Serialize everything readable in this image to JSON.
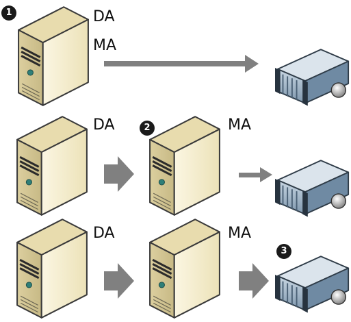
{
  "rows": [
    {
      "labels": [
        "DA",
        "MA"
      ],
      "badge": "1"
    },
    {
      "labels": [
        "DA",
        "MA"
      ],
      "badge": "2"
    },
    {
      "labels": [
        "DA",
        "MA"
      ],
      "badge": "3"
    }
  ],
  "colors": {
    "server_body": "#f3ecd0",
    "server_side": "#d9cc9c",
    "arrow": "#808080",
    "storage": "#9fb4c8",
    "badge": "#1a1a1a"
  },
  "icons": [
    "server-icon",
    "storage-array-icon",
    "arrow-right-icon"
  ]
}
